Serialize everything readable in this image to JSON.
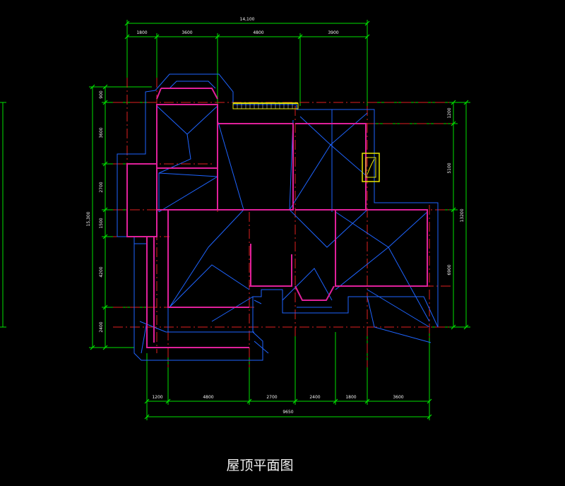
{
  "drawing": {
    "title": "屋顶平面图",
    "colors": {
      "background": "#000000",
      "roof_outline": "#1e64ff",
      "wall": "#e0209a",
      "axis": "#e02020",
      "dimension": "#00e000",
      "dimension_text": "#f2f2f2",
      "highlight": "#e6e600"
    },
    "top_dimensions": {
      "overall": "14,100",
      "segments": [
        "1800",
        "3600",
        "4800",
        "3900"
      ]
    },
    "bottom_dimensions": {
      "overall": "9650",
      "segments": [
        "1200",
        "4800",
        "2700",
        "2400",
        "1800",
        "3600"
      ]
    },
    "left_dimensions": {
      "overall": "15,300",
      "segments": [
        "900",
        "3600",
        "2700",
        "1500",
        "4200",
        "2400"
      ]
    },
    "right_dimensions": {
      "overall": "13200",
      "segments": [
        "1200",
        "5100",
        "6900"
      ]
    }
  }
}
